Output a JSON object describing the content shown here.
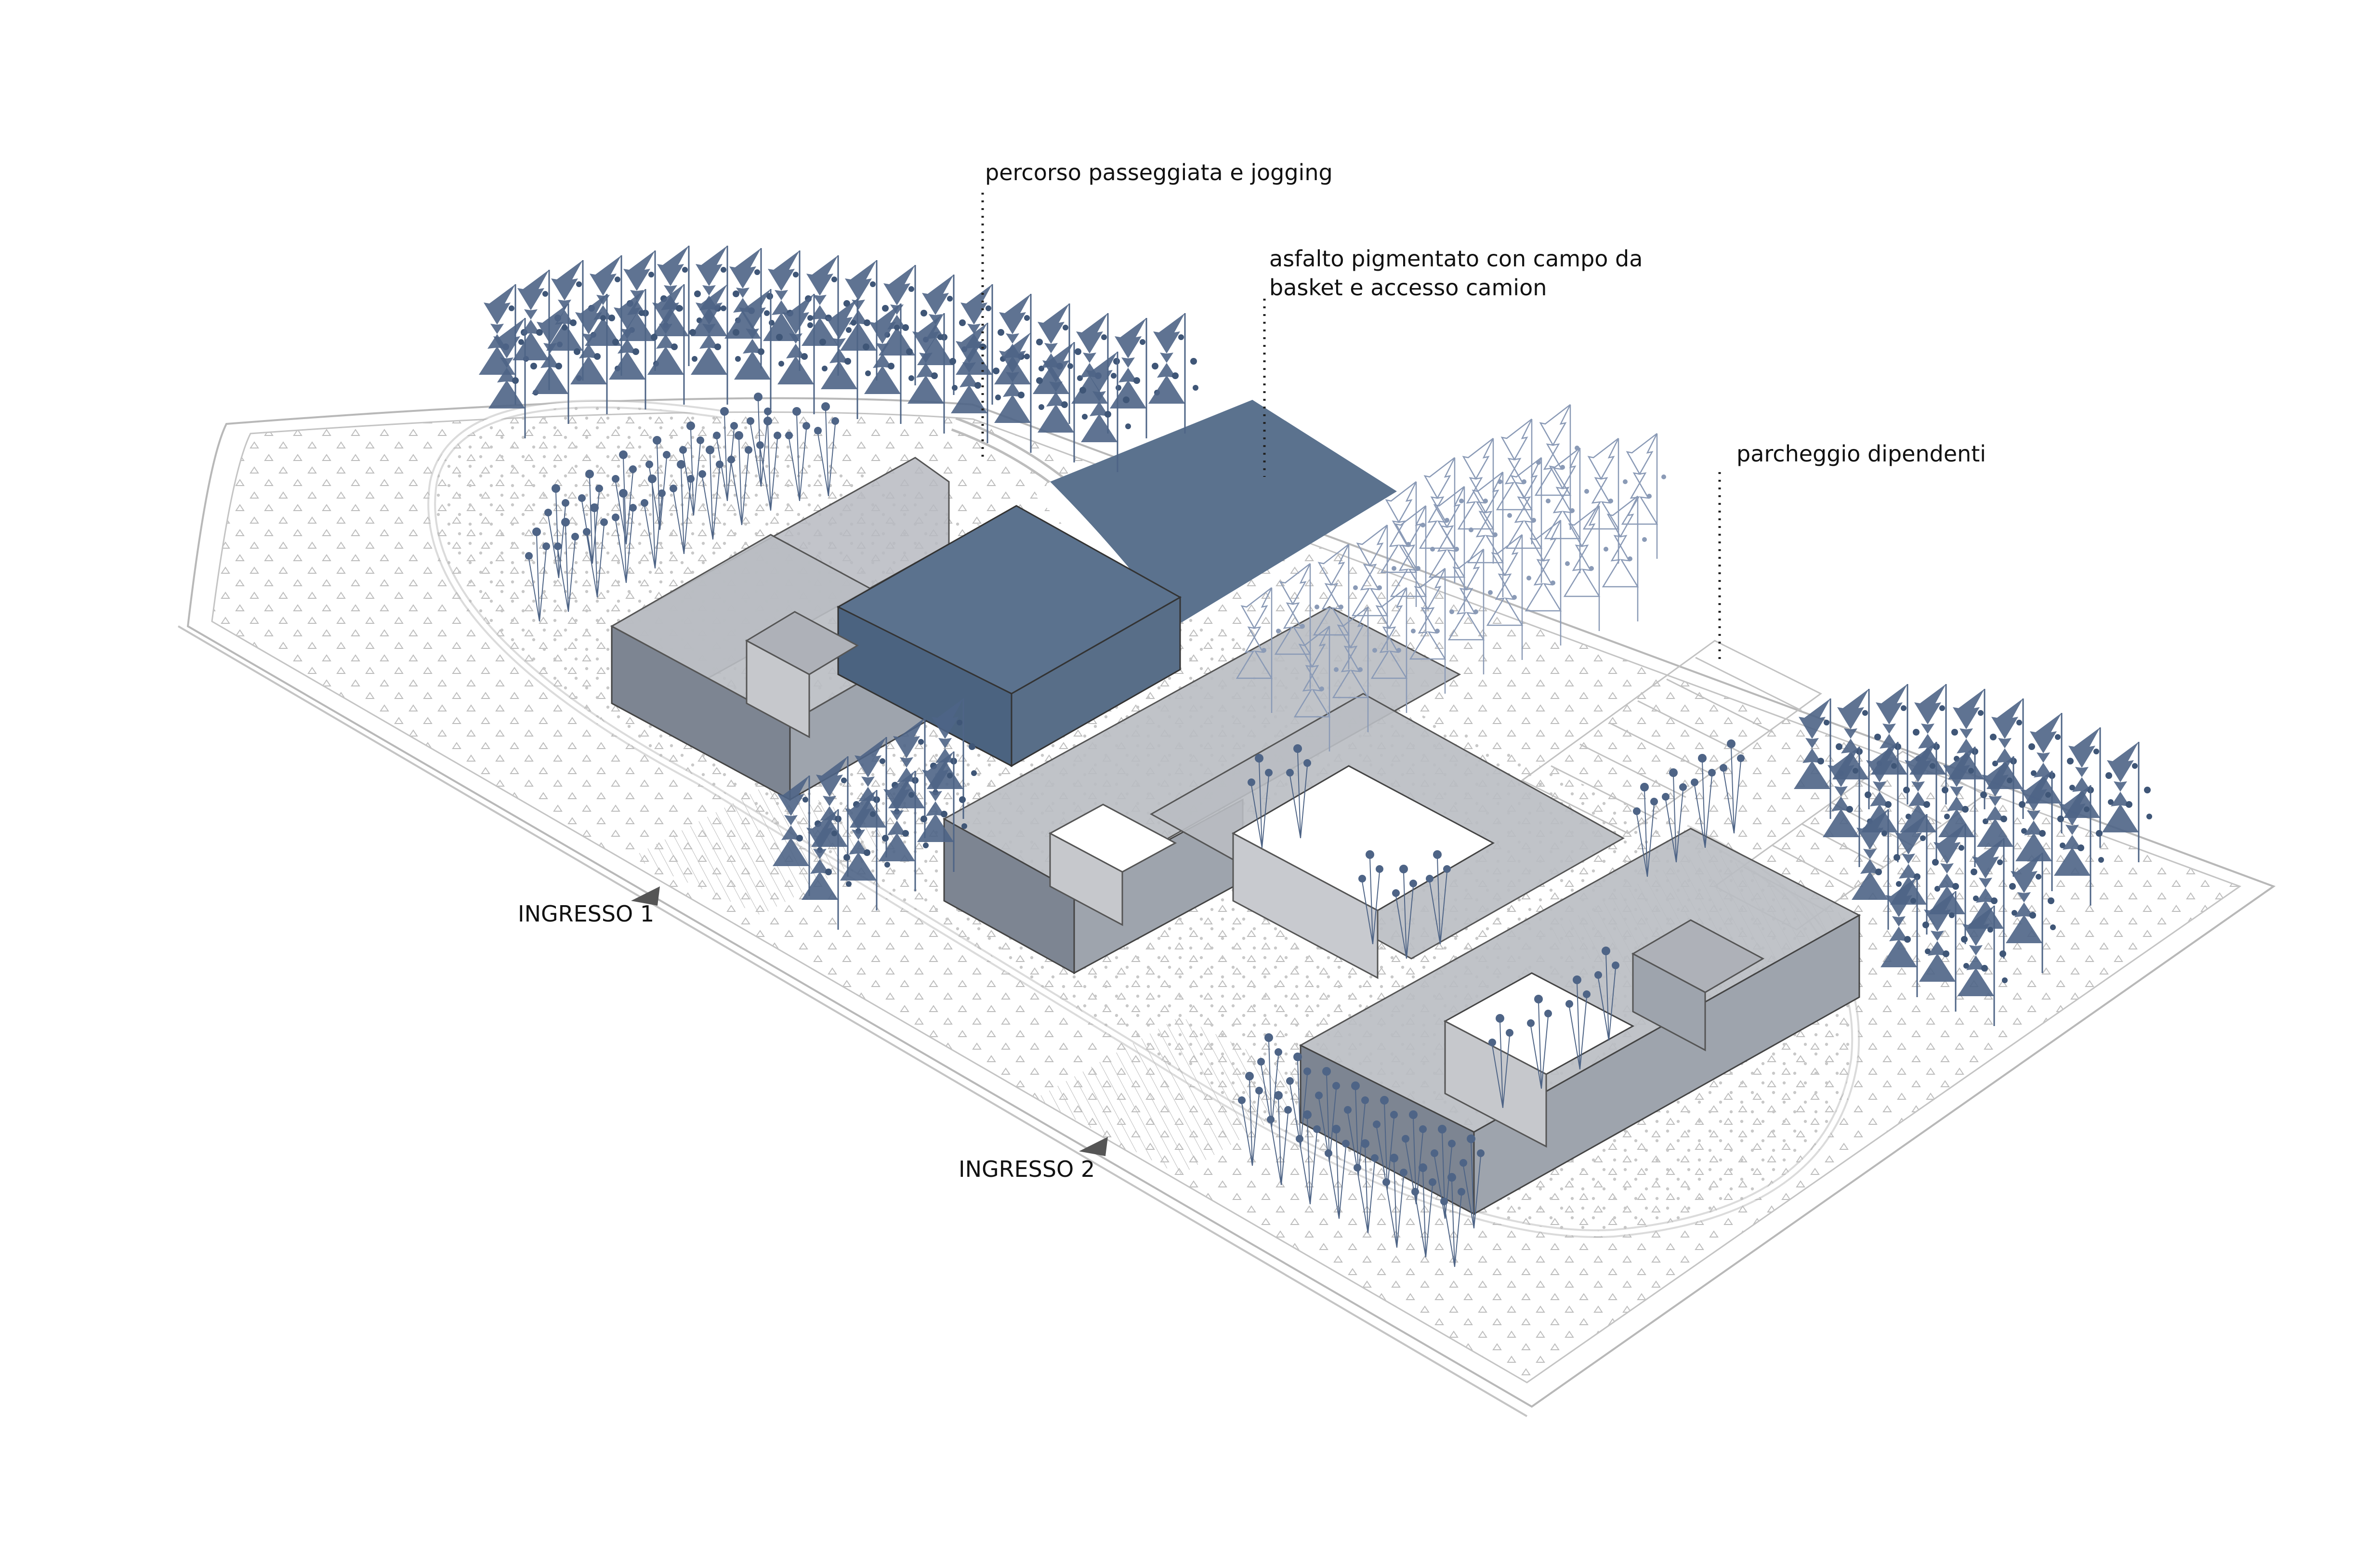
{
  "annotations": {
    "path": "percorso passeggiata e jogging",
    "asphalt_line1": "asfalto pigmentato con campo da",
    "asphalt_line2": "basket e accesso camion",
    "parking": "parcheggio dipendenti",
    "entrance1": "INGRESSO 1",
    "entrance2": "INGRESSO 2"
  },
  "colors": {
    "volume_dark": "#4b6380",
    "volume_mid": "#5b728e",
    "volume_glass": "#7d8592",
    "top_glass": "#b7bac1",
    "tree": "#4e6486",
    "tree_light": "#8a9ab6",
    "ground_line": "#b8b8b8",
    "dot": "#c9c9c9"
  },
  "icons": {
    "entrance_arrow": "triangle-arrow-icon",
    "tree": "tree-icon"
  }
}
